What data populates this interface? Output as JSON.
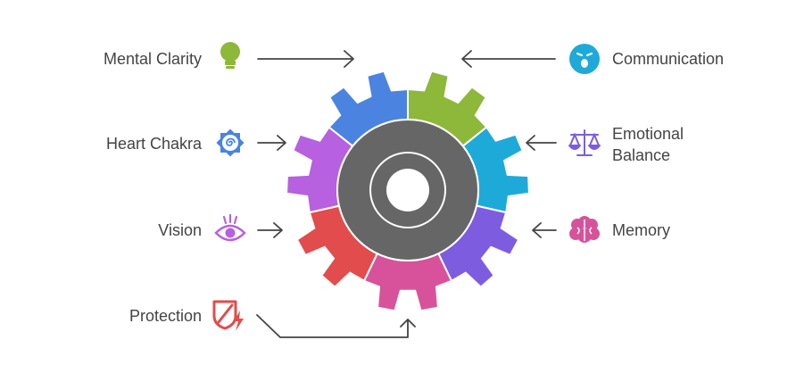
{
  "diagram": {
    "left_items": [
      {
        "label": "Mental Clarity",
        "icon": "lightbulb-icon",
        "color": "#8DB83A"
      },
      {
        "label": "Heart Chakra",
        "icon": "spiral-sun-icon",
        "color": "#4A84E0"
      },
      {
        "label": "Vision",
        "icon": "eye-icon",
        "color": "#B760E0"
      },
      {
        "label": "Protection",
        "icon": "shield-bolt-icon",
        "color": "#E24C4C"
      }
    ],
    "right_items": [
      {
        "label": "Communication",
        "icon": "speaking-face-icon",
        "color": "#1EAAD8"
      },
      {
        "label_line1": "Emotional",
        "label_line2": "Balance",
        "icon": "scales-icon",
        "color": "#7D5CE0"
      },
      {
        "label": "Memory",
        "icon": "brain-icon",
        "color": "#D8529B"
      }
    ],
    "colors": {
      "hub": "#666666",
      "hub_center": "#ffffff",
      "arrow": "#444444",
      "text": "#444444"
    }
  }
}
